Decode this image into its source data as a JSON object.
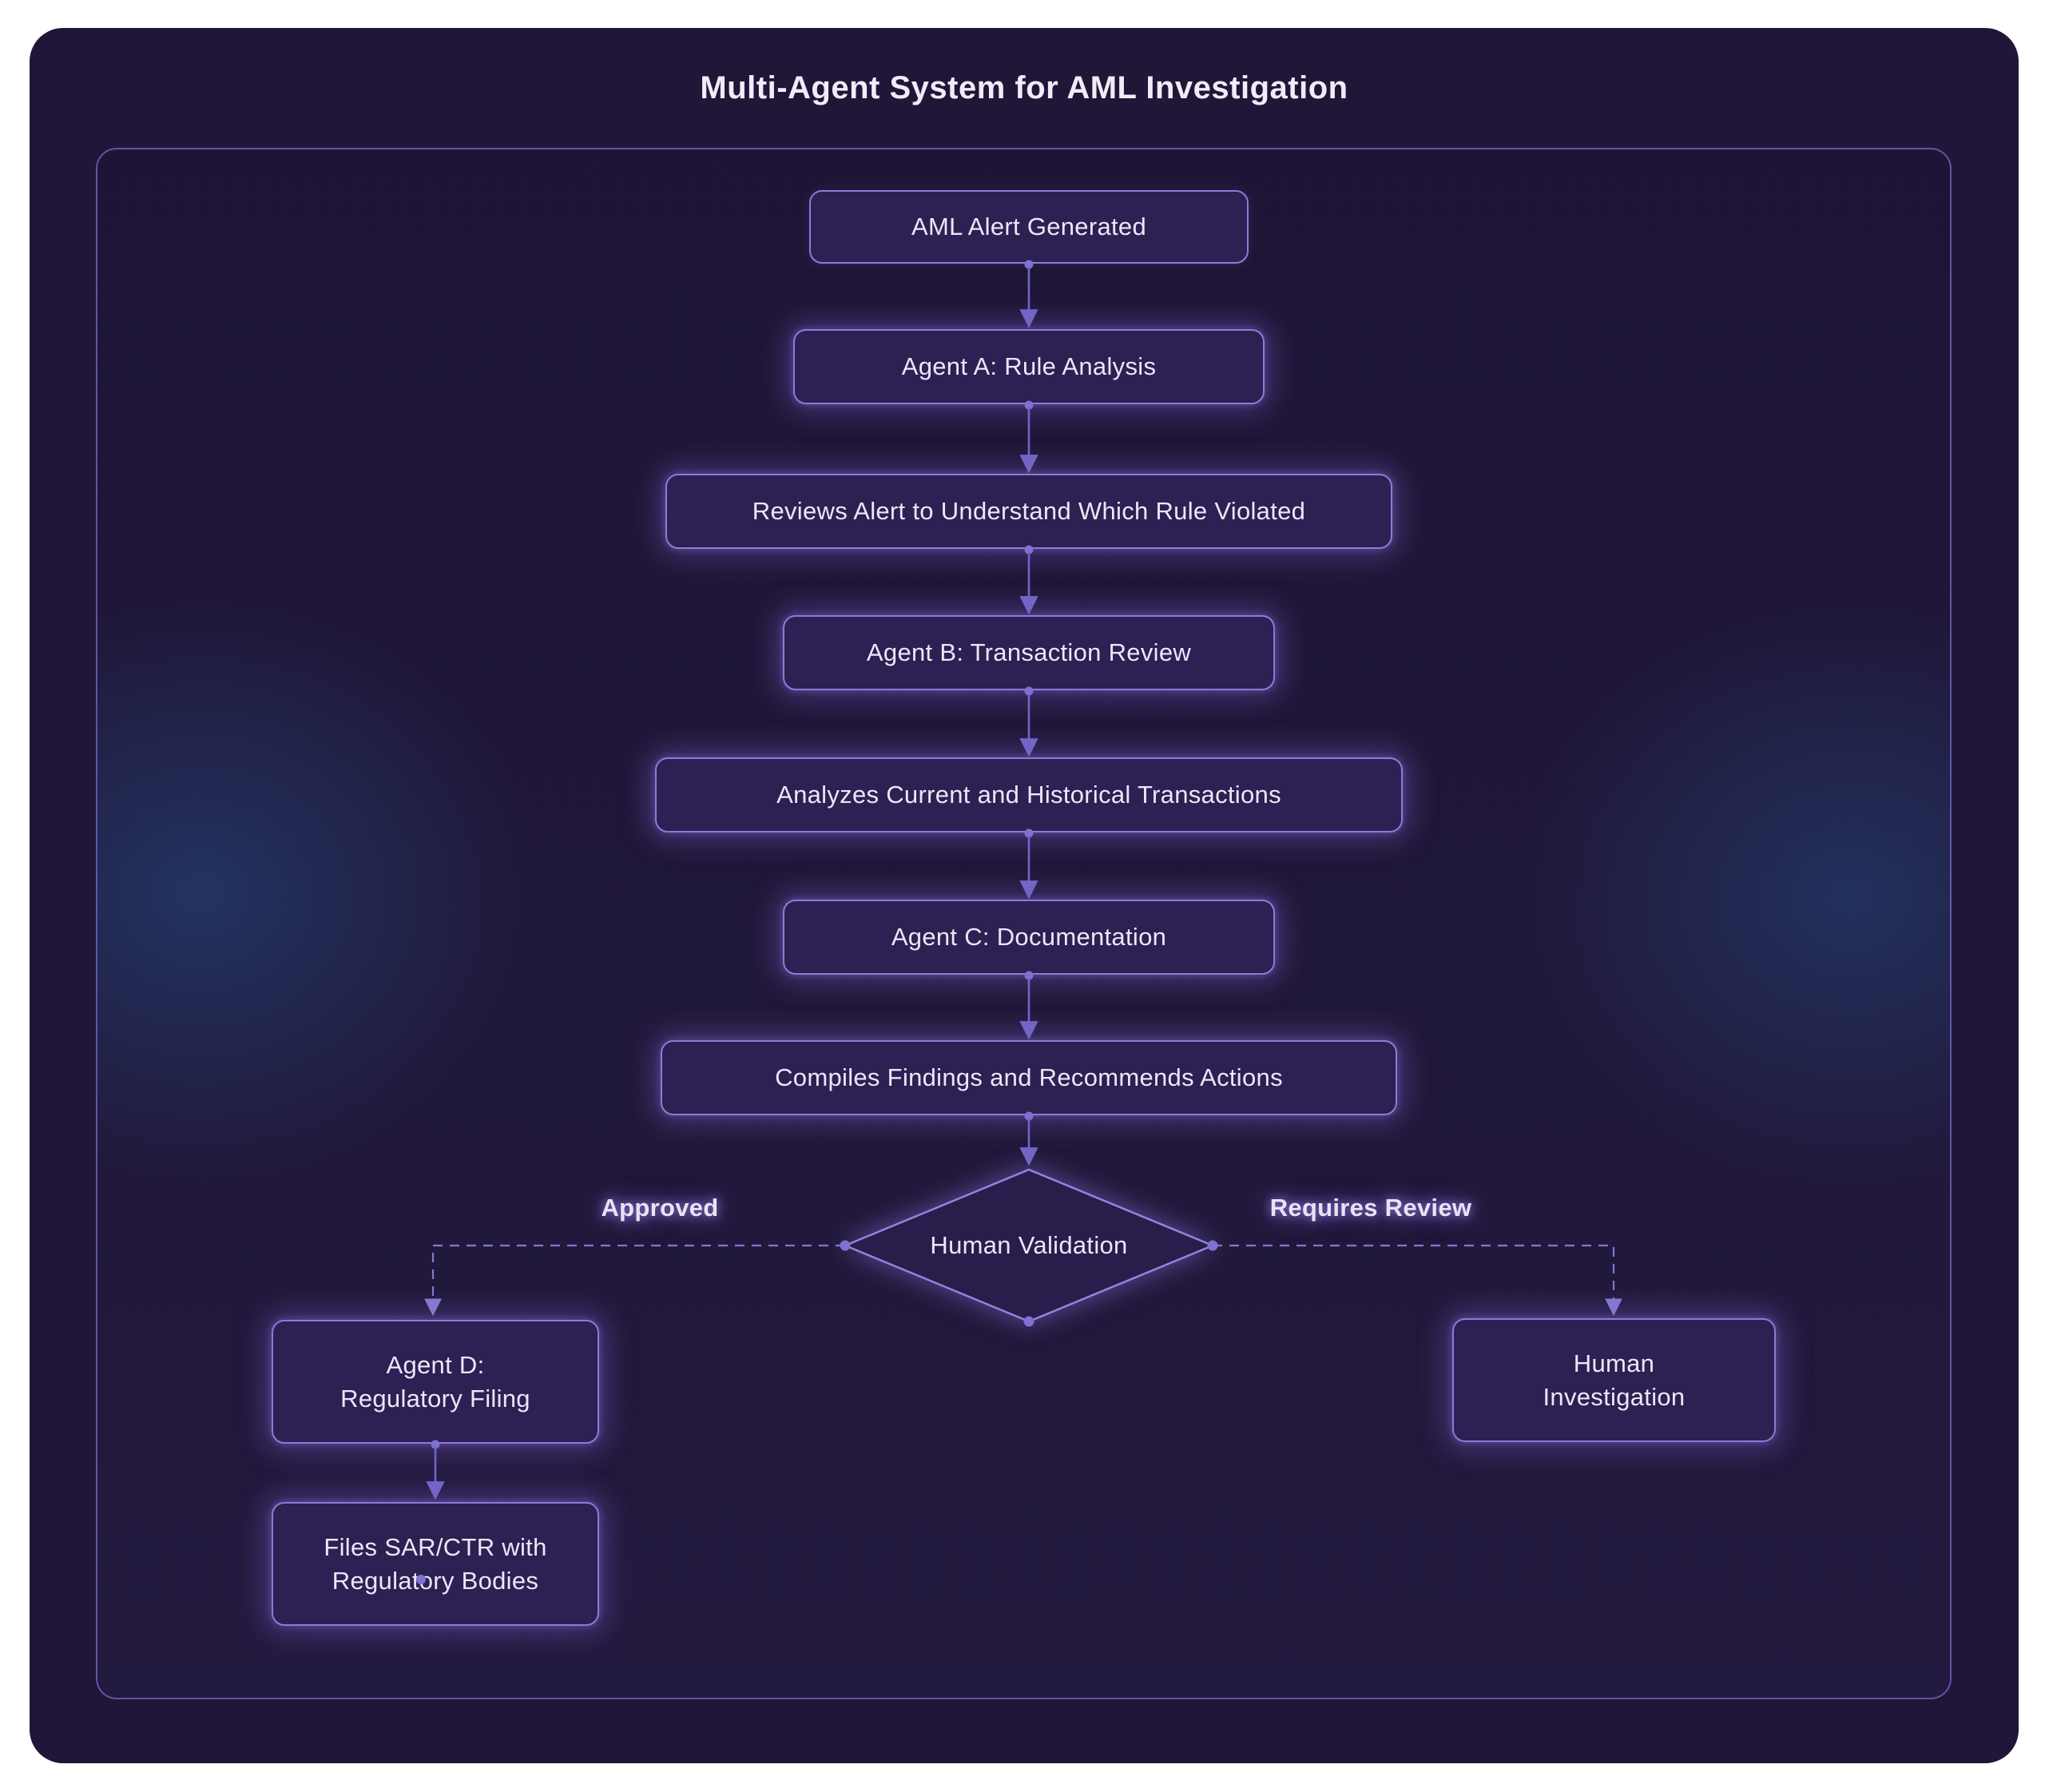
{
  "title": "Multi-Agent System for AML Investigation",
  "flowchart": {
    "nodes": {
      "aml_alert": {
        "label": "AML Alert Generated"
      },
      "agent_a": {
        "label": "Agent A: Rule Analysis"
      },
      "reviews_alert": {
        "label": "Reviews Alert to Understand Which Rule Violated"
      },
      "agent_b": {
        "label": "Agent B: Transaction Review"
      },
      "analyzes_transactions": {
        "label": "Analyzes Current and Historical Transactions"
      },
      "agent_c": {
        "label": "Agent C: Documentation"
      },
      "compiles_findings": {
        "label": "Compiles Findings and Recommends Actions"
      },
      "human_validation": {
        "label": "Human Validation"
      },
      "agent_d": {
        "line1": "Agent D:",
        "line2": "Regulatory Filing"
      },
      "files_sar": {
        "line1": "Files SAR/CTR with",
        "line2": "Regulatory Bodies"
      },
      "human_investigation": {
        "line1": "Human",
        "line2": "Investigation"
      }
    },
    "edge_labels": {
      "approved": "Approved",
      "requires_review": "Requires Review"
    }
  },
  "colors": {
    "page_bg": "#ffffff",
    "card_bg": "#211637",
    "panel_border": "#6e5eb8",
    "node_fill": "#2d2052",
    "node_border": "#8d7ad8",
    "node_text": "#ece6f8",
    "edge": "#7265c6",
    "edge_dashed": "#8478d0",
    "edge_dot": "#7e72d0",
    "diamond_fill": "#2a1d4c",
    "diamond_border": "#9484de",
    "label_text": "#e9e2f3",
    "title_text": "#f1ecf8",
    "side_glow": "#264a82"
  }
}
